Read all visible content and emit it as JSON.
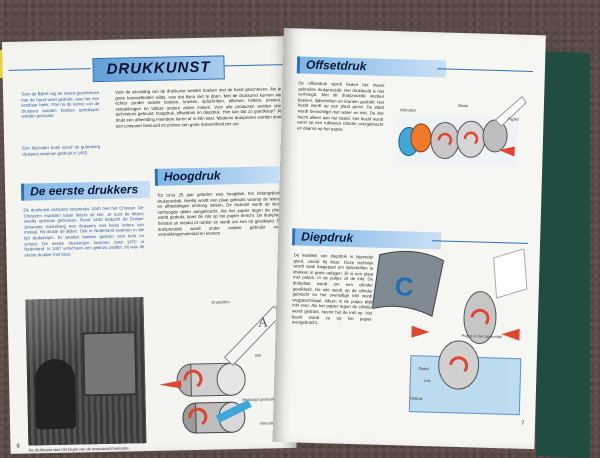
{
  "left_page": {
    "title": "DRUKKUNST",
    "intro_blue": "Toen de Bijbel nog ter meest geschreven met de hand werd gedrukt, was het een kostbaar boek. Pas na de komst van de drukpers konden boeken goedkoper worden gemaakt.",
    "intro_blue_2": "Een bijzonder boek vanaf de gutenberg drukpers waarvan gedrukt in 1455.",
    "intro_main": "Voor de uitvinding van de drukkunst werden boeken met de hand geschreven. Als je grote hoeveelheden wilde, was dat bijna niet te doen. Met de drukkunst kunnen we echter zonder moeite boeken, kranten, tijdschriften, affiches, folders, posters, verpakkingen en talloze andere zaken maken. Voor alle producten worden drie technieken gebruikt: hoogdruk, offsetdruk en diepdruk. Hoe kan dat zo goedkoop? Je drukt een afbeelding meerdere keren af in één keer. Moderne drukpersen worden door een computer bestuurd en printen een grote hoeveelheid per uur.",
    "section1": {
      "heading": "De eerste drukkers",
      "text": "De drukkunst ontstond omstreeks 1040 met het Chinese. De Chinezen maakten losse letters uit klei. Je kunt de letters steeds opnieuw gebruiken. Rond 1440 bedacht de Duitser Johannes Gutenberg een drukpers met losse letters van metaal. Hij drukte de Bijbel. Ook in Nederland kwamen in die tijd drukkerijen. Er werden boeken gedrukt voor kerk en school. De eerste drukkerijen kwamen rond 1470 in Nederland. In 1457 verscheen een gedrukt psalter, hij was de eerste drukker met kleur."
    },
    "section2": {
      "heading": "Hoogdruk",
      "text": "Tot circa 25 jaar geleden was hoogdruk het belangrijkste drukprocédé. Hierbij wordt een plaat gebruikt waarop de letters en afbeeldingen omhoog steken. De drukinkt wordt op deze verhoogde delen aangebracht. Als het papier tegen de plaat wordt gedrukt, komt de inkt op het papier terecht. De drukplaat bestaat uit metaal of rubber en wordt om een rol gewikkeld. Dit drukprocédé wordt onder andere gebruikt voor verpakkingsmateriaal en kranten."
    },
    "diagram_labels": [
      "Drukrollen",
      "Inkt",
      "Verhoogd gedeelte",
      "Inktrollen"
    ],
    "photo_caption": "De drukkunst was het begin van de massacommunicatie.",
    "page_number": "6"
  },
  "right_page": {
    "section1": {
      "heading": "Offsetdruk",
      "text": "De offsetdruk wordt heden het meest gebruikte drukprocédé. Het drukbeeld is niet verhoogd. Met dit drukprocédé worden boeken, tijdschriften en kranten gedrukt. Het beeld wordt op een plaat gezet. De plaat wordt bevochtigd met water en inkt. De inkt hecht alleen aan het beeld. Het beeld wordt eerst op een rubberen cilinder overgebracht en daarna op het papier."
    },
    "offset_labels": [
      "Inktrollen",
      "Water",
      "Papier"
    ],
    "section2": {
      "heading": "Diepdruk",
      "text": "De kwaliteit van diepdruk is bijzonder goed, vooral bij kleur. Deze techniek wordt vaak toegepast om tijdschriften te drukken in grote oplagen. Er is een plaat met putjes. In de putjes zit de inkt. De drukplaat wordt om een cilinder gewikkeld. De inkt wordt op de cilinder gebracht en het overtollige inkt wordt weggeschraapt. Alleen in de putjes blijft inkt over. Als het papier tegen de cilinder wordt gedrukt, neemt het de inkt op. Het beeld wordt zo op het papier overgebracht."
    },
    "diepdruk_labels": [
      "Rakel",
      "Inkt",
      "Inktbak",
      "Putjes in het oppervlak"
    ],
    "page_number": "7"
  },
  "colors": {
    "banner_blue": "#7fb6e6",
    "heading_text": "#0b1a3a",
    "ink_red": "#e0452f",
    "cyan": "#3fa7d9",
    "orange": "#f07a2a"
  }
}
